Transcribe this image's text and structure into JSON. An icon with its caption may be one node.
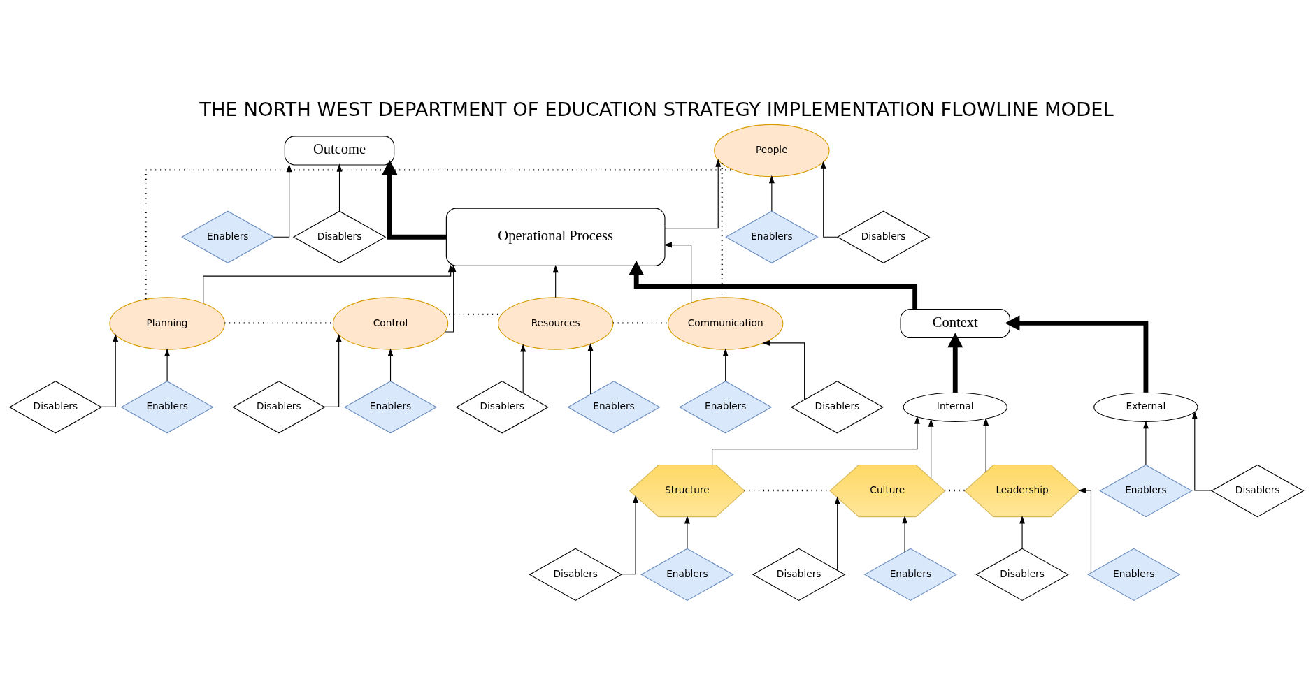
{
  "diagram": {
    "title": "THE NORTH WEST DEPARTMENT OF EDUCATION STRATEGY IMPLEMENTATION FLOWLINE MODEL",
    "nodes": [
      {
        "text": [
          "Enablers"
        ]
      },
      {
        "text": [
          "Outcome"
        ]
      },
      {
        "text": [
          "Disablers"
        ]
      },
      {
        "text": [
          "Disablers"
        ]
      },
      {
        "text": [
          "Enablers"
        ]
      },
      {
        "text": [
          "Planning"
        ]
      },
      {
        "text": [
          "People"
        ]
      },
      {
        "text": [
          "Enablers"
        ]
      },
      {
        "text": [
          "Disablers"
        ]
      },
      {
        "text": [
          "Control"
        ]
      },
      {
        "text": [
          "Operational Process"
        ]
      },
      {
        "text": [
          "Disablers"
        ]
      },
      {
        "text": [
          "Enablers"
        ]
      },
      {
        "text": [
          "Resources"
        ]
      },
      {
        "text": [
          "Communication"
        ]
      },
      {
        "text": [
          "Disablers"
        ]
      },
      {
        "text": [
          "Context"
        ]
      },
      {
        "text": [
          "Enablers"
        ]
      },
      {
        "text": [
          "Enablers"
        ]
      },
      {
        "text": [
          "Disablers"
        ]
      },
      {
        "text": [
          "Internal"
        ]
      },
      {
        "text": [
          "External"
        ]
      },
      {
        "text": [
          "Structure"
        ]
      },
      {
        "text": [
          "Culture"
        ]
      },
      {
        "text": [
          "Leadership"
        ]
      },
      {
        "text": [
          "Enablers"
        ]
      },
      {
        "text": [
          "Disablers"
        ]
      },
      {
        "text": [
          "Disablers"
        ]
      },
      {
        "text": [
          "Disablers"
        ]
      },
      {
        "text": [
          "Enablers"
        ]
      },
      {
        "text": [
          "Disablers"
        ]
      },
      {
        "text": [
          "Enablers"
        ]
      },
      {
        "text": [
          "Enablers"
        ]
      }
    ],
    "edges": [
      {
        "from": 0,
        "to": 1,
        "arrow": "to"
      },
      {
        "from": 2,
        "to": 1,
        "arrow": "to"
      },
      {
        "from": 3,
        "to": 5,
        "arrow": "to"
      },
      {
        "from": 4,
        "to": 5,
        "arrow": "to"
      },
      {
        "from": 7,
        "to": 6,
        "arrow": "to"
      },
      {
        "from": 11,
        "to": 6,
        "arrow": "to"
      },
      {
        "from": 8,
        "to": 9,
        "arrow": "to"
      },
      {
        "from": 12,
        "to": 9,
        "arrow": "to"
      },
      {
        "from": 15,
        "to": 13,
        "arrow": "to"
      },
      {
        "from": 18,
        "to": 13,
        "arrow": "to"
      },
      {
        "from": 17,
        "to": 14,
        "arrow": "to"
      },
      {
        "from": 19,
        "to": 14,
        "arrow": "to"
      },
      {
        "from": 5,
        "to": 10,
        "arrow": "to"
      },
      {
        "from": 9,
        "to": 10,
        "arrow": "to"
      },
      {
        "from": 13,
        "to": 10,
        "arrow": "to"
      },
      {
        "from": 10,
        "to": 6,
        "arrow": "to"
      },
      {
        "from": 14,
        "to": 10,
        "arrow": "to"
      },
      {
        "from": 10,
        "to": 1,
        "arrow": "to",
        "style": "thick"
      },
      {
        "from": 16,
        "to": 10,
        "arrow": "to",
        "style": "thick"
      },
      {
        "from": 20,
        "to": 16,
        "arrow": "to",
        "style": "thick"
      },
      {
        "from": 21,
        "to": 16,
        "arrow": "to",
        "style": "thick"
      },
      {
        "from": 22,
        "to": 20,
        "arrow": "to"
      },
      {
        "from": 23,
        "to": 20,
        "arrow": "to"
      },
      {
        "from": 24,
        "to": 20,
        "arrow": "to"
      },
      {
        "from": 25,
        "to": 21,
        "arrow": "to"
      },
      {
        "from": 27,
        "to": 21,
        "arrow": "to"
      },
      {
        "from": 26,
        "to": 22,
        "arrow": "to"
      },
      {
        "from": 29,
        "to": 22,
        "arrow": "to"
      },
      {
        "from": 28,
        "to": 23,
        "arrow": "to"
      },
      {
        "from": 32,
        "to": 23,
        "arrow": "to"
      },
      {
        "from": 30,
        "to": 24,
        "arrow": "to"
      },
      {
        "from": 31,
        "to": 24,
        "arrow": "to"
      },
      {
        "from": 5,
        "to": 6,
        "arrow": "none",
        "style": "dashed"
      },
      {
        "from": 5,
        "to": 9,
        "arrow": "none",
        "style": "dashed"
      },
      {
        "from": 9,
        "to": 13,
        "arrow": "none",
        "style": "dashed"
      },
      {
        "from": 13,
        "to": 14,
        "arrow": "none",
        "style": "dashed"
      },
      {
        "from": 6,
        "to": 14,
        "arrow": "none",
        "style": "dashed"
      },
      {
        "from": 22,
        "to": 23,
        "arrow": "none",
        "style": "dashed"
      },
      {
        "from": 23,
        "to": 24,
        "arrow": "none",
        "style": "dashed"
      }
    ]
  }
}
